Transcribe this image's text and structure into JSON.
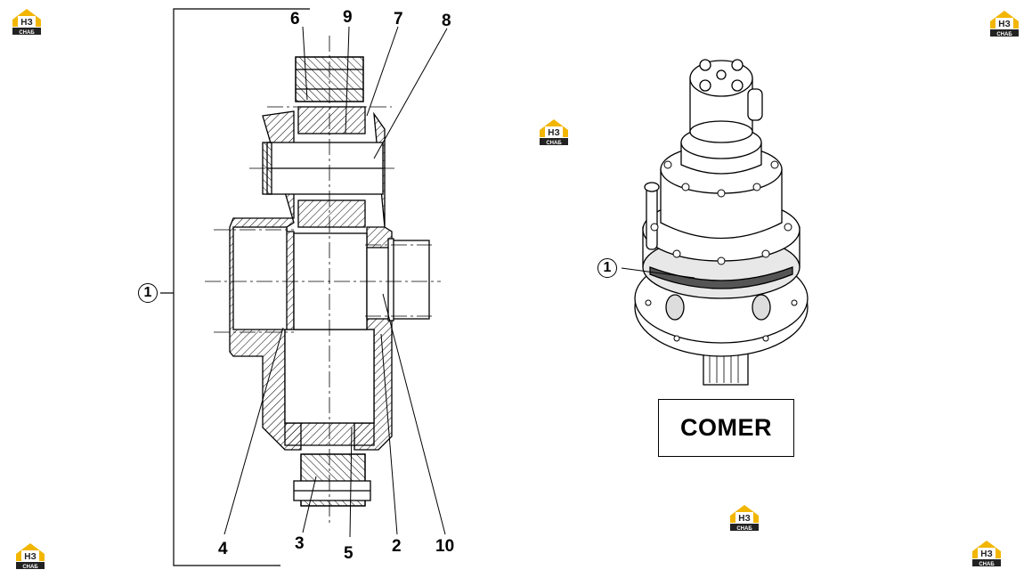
{
  "callouts": {
    "c1_left": "1",
    "c2": "2",
    "c3": "3",
    "c4": "4",
    "c5": "5",
    "c6": "6",
    "c7": "7",
    "c8": "8",
    "c9": "9",
    "c10": "10",
    "c1_right": "1"
  },
  "brand_label": "COMER",
  "watermark": {
    "logo_text_top": "НЗ",
    "logo_text_bottom": "СНАБ",
    "color": "#f2b600",
    "count": 6
  },
  "icons": [
    "hz-snab-logo",
    "section-drawing",
    "gearbox-illustration"
  ]
}
